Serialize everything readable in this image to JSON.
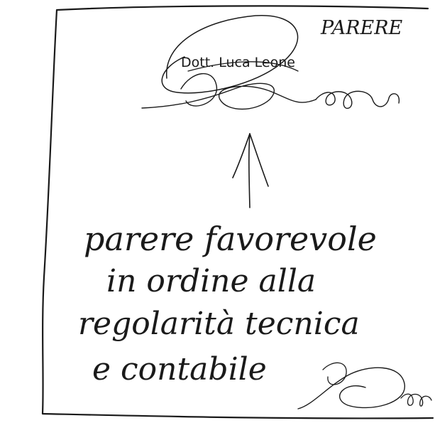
{
  "document": {
    "heading": "PARERE",
    "signatory_name": "Dott. Luca Leone",
    "note_lines": [
      "parere favorevole",
      "in ordine alla",
      "regolarità tecnica",
      "e contabile"
    ],
    "ink_color": "#1a1a1a",
    "paper_color": "#ffffff"
  }
}
